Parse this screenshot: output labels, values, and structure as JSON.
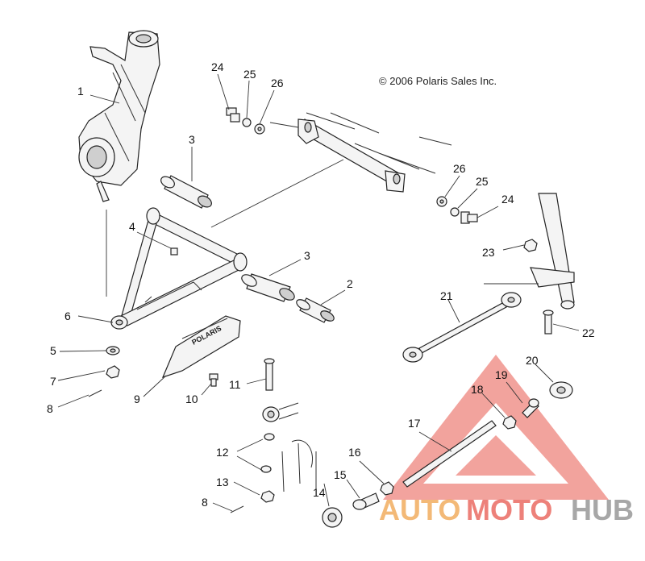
{
  "copyright": "© 2006 Polaris Sales Inc.",
  "part_callouts": [
    {
      "id": "c1",
      "number": "1"
    },
    {
      "id": "c2",
      "number": "2"
    },
    {
      "id": "c3a",
      "number": "3"
    },
    {
      "id": "c3b",
      "number": "3"
    },
    {
      "id": "c4",
      "number": "4"
    },
    {
      "id": "c5",
      "number": "5"
    },
    {
      "id": "c6",
      "number": "6"
    },
    {
      "id": "c7",
      "number": "7"
    },
    {
      "id": "c8a",
      "number": "8"
    },
    {
      "id": "c8b",
      "number": "8"
    },
    {
      "id": "c9",
      "number": "9"
    },
    {
      "id": "c10",
      "number": "10"
    },
    {
      "id": "c11",
      "number": "11"
    },
    {
      "id": "c12",
      "number": "12"
    },
    {
      "id": "c13",
      "number": "13"
    },
    {
      "id": "c14",
      "number": "14"
    },
    {
      "id": "c15",
      "number": "15"
    },
    {
      "id": "c16",
      "number": "16"
    },
    {
      "id": "c17",
      "number": "17"
    },
    {
      "id": "c18",
      "number": "18"
    },
    {
      "id": "c19",
      "number": "19"
    },
    {
      "id": "c20",
      "number": "20"
    },
    {
      "id": "c21",
      "number": "21"
    },
    {
      "id": "c22",
      "number": "22"
    },
    {
      "id": "c23",
      "number": "23"
    },
    {
      "id": "c24a",
      "number": "24"
    },
    {
      "id": "c24b",
      "number": "24"
    },
    {
      "id": "c25a",
      "number": "25"
    },
    {
      "id": "c25b",
      "number": "25"
    },
    {
      "id": "c26a",
      "number": "26"
    },
    {
      "id": "c26b",
      "number": "26"
    }
  ],
  "guard_brand": "POLARIS",
  "watermark": {
    "word_auto": "AUTO",
    "word_moto": "MOTO",
    "word_hub": "HUB",
    "color_red": "#e8584e",
    "color_orange": "#f0a24a",
    "color_gray": "#8a8a8a"
  }
}
